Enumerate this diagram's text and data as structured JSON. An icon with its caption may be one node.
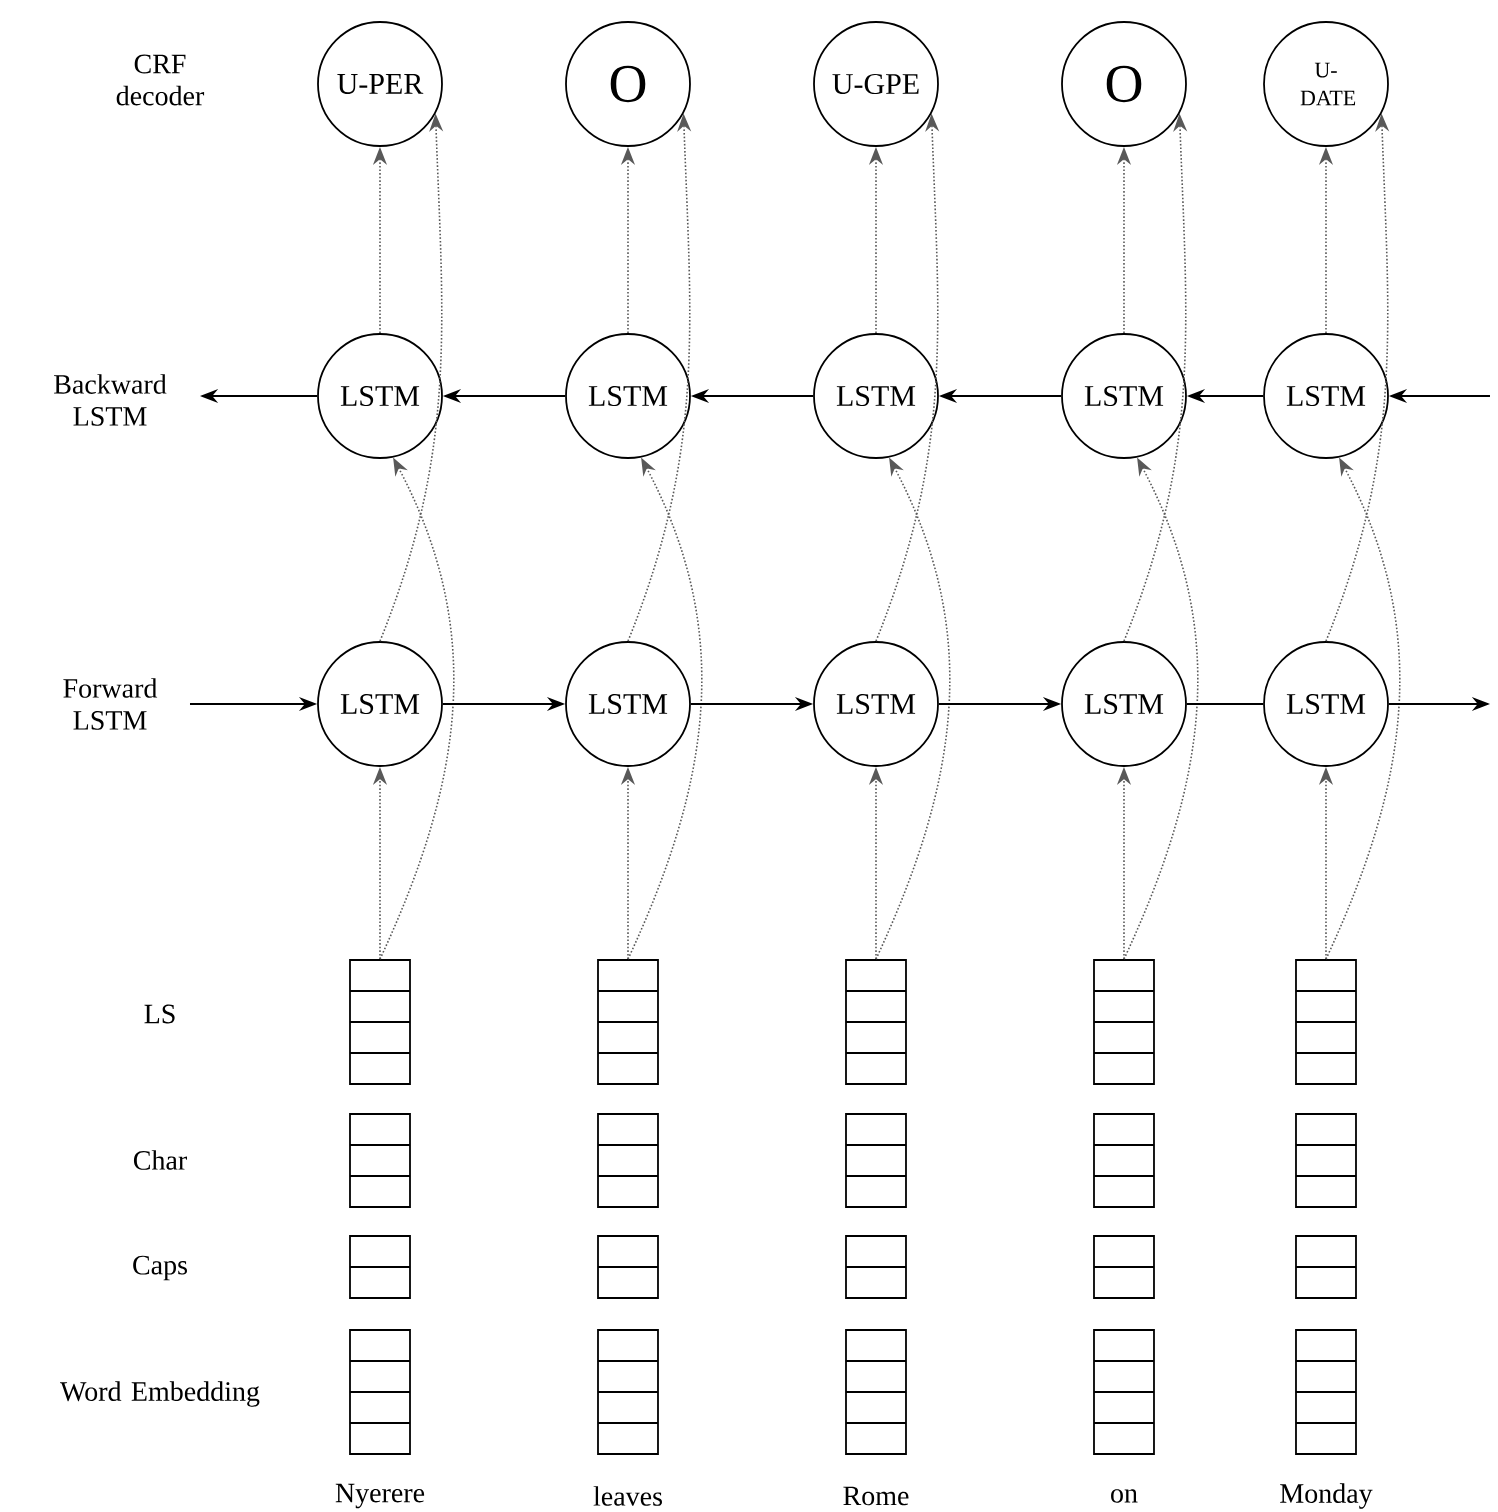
{
  "diagram": {
    "nodes": [
      {
        "text": [
          "U-PER"
        ]
      },
      {
        "text": [
          "O"
        ]
      },
      {
        "text": [
          "U-GPE"
        ]
      },
      {
        "text": [
          "O"
        ]
      },
      {
        "text": [
          "U-DATE"
        ]
      },
      {
        "text": [
          "LSTM"
        ]
      },
      {
        "text": [
          "LSTM"
        ]
      },
      {
        "text": [
          "LSTM"
        ]
      },
      {
        "text": [
          "LSTM"
        ]
      },
      {
        "text": [
          "LSTM"
        ]
      },
      {
        "text": [
          "LSTM"
        ]
      },
      {
        "text": [
          "LSTM"
        ]
      },
      {
        "text": [
          "LSTM"
        ]
      },
      {
        "text": [
          "LSTM"
        ]
      },
      {
        "text": [
          "LSTM"
        ]
      },
      {
        "text": [],
        "shape": "box"
      },
      {
        "text": [],
        "shape": "box"
      },
      {
        "text": [],
        "shape": "box"
      },
      {
        "text": [],
        "shape": "box"
      },
      {
        "text": [],
        "shape": "box"
      },
      {
        "text": [],
        "shape": "box"
      },
      {
        "text": [],
        "shape": "box"
      },
      {
        "text": [],
        "shape": "box"
      },
      {
        "text": [],
        "shape": "box"
      },
      {
        "text": [],
        "shape": "box"
      },
      {
        "text": [],
        "shape": "box"
      },
      {
        "text": [],
        "shape": "box"
      },
      {
        "text": [],
        "shape": "box"
      },
      {
        "text": [],
        "shape": "box"
      },
      {
        "text": [],
        "shape": "box"
      },
      {
        "text": [],
        "shape": "box"
      },
      {
        "text": [],
        "shape": "box"
      },
      {
        "text": [],
        "shape": "box"
      },
      {
        "text": [],
        "shape": "box"
      },
      {
        "text": [],
        "shape": "box"
      }
    ],
    "edges": [
      {
        "from": 5,
        "to": 0,
        "arrow": "to",
        "style": "dashed"
      },
      {
        "from": 6,
        "to": 1,
        "arrow": "to",
        "style": "dashed"
      },
      {
        "from": 7,
        "to": 2,
        "arrow": "to",
        "style": "dashed"
      },
      {
        "from": 8,
        "to": 3,
        "arrow": "to",
        "style": "dashed"
      },
      {
        "from": 9,
        "to": 4,
        "arrow": "to",
        "style": "dashed"
      },
      {
        "from": 10,
        "to": 0,
        "arrow": "to",
        "style": "dashed"
      },
      {
        "from": 11,
        "to": 1,
        "arrow": "to",
        "style": "dashed"
      },
      {
        "from": 12,
        "to": 2,
        "arrow": "to",
        "style": "dashed"
      },
      {
        "from": 13,
        "to": 3,
        "arrow": "to",
        "style": "dashed"
      },
      {
        "from": 14,
        "to": 4,
        "arrow": "to",
        "style": "dashed"
      },
      {
        "from": 15,
        "to": 10,
        "arrow": "to",
        "style": "dashed"
      },
      {
        "from": 16,
        "to": 11,
        "arrow": "to",
        "style": "dashed"
      },
      {
        "from": 17,
        "to": 12,
        "arrow": "to",
        "style": "dashed"
      },
      {
        "from": 18,
        "to": 13,
        "arrow": "to",
        "style": "dashed"
      },
      {
        "from": 19,
        "to": 14,
        "arrow": "to",
        "style": "dashed"
      },
      {
        "from": 15,
        "to": 5,
        "arrow": "to",
        "style": "dashed"
      },
      {
        "from": 16,
        "to": 6,
        "arrow": "to",
        "style": "dashed"
      },
      {
        "from": 17,
        "to": 7,
        "arrow": "to",
        "style": "dashed"
      },
      {
        "from": 18,
        "to": 8,
        "arrow": "to",
        "style": "dashed"
      },
      {
        "from": 19,
        "to": 9,
        "arrow": "to",
        "style": "dashed"
      },
      {
        "from": null,
        "to": 10,
        "arrow": "to"
      },
      {
        "from": 10,
        "to": 11,
        "arrow": "to"
      },
      {
        "from": 11,
        "to": 12,
        "arrow": "to"
      },
      {
        "from": 12,
        "to": 13,
        "arrow": "to"
      },
      {
        "from": 13,
        "to": 14,
        "arrow": "none"
      },
      {
        "from": 14,
        "to": null,
        "arrow": "to"
      },
      {
        "from": null,
        "to": 9,
        "arrow": "to"
      },
      {
        "from": 9,
        "to": 8,
        "arrow": "to"
      },
      {
        "from": 8,
        "to": 7,
        "arrow": "to"
      },
      {
        "from": 7,
        "to": 6,
        "arrow": "to"
      },
      {
        "from": 6,
        "to": 5,
        "arrow": "to"
      },
      {
        "from": 5,
        "to": null,
        "arrow": "to"
      }
    ],
    "labels": [
      "CRF decoder",
      "Backward LSTM",
      "Forward LSTM",
      "LS",
      "Char",
      "Caps",
      "Word Embedding",
      "Nyerere",
      "leaves",
      "Rome",
      "on",
      "Monday"
    ]
  }
}
